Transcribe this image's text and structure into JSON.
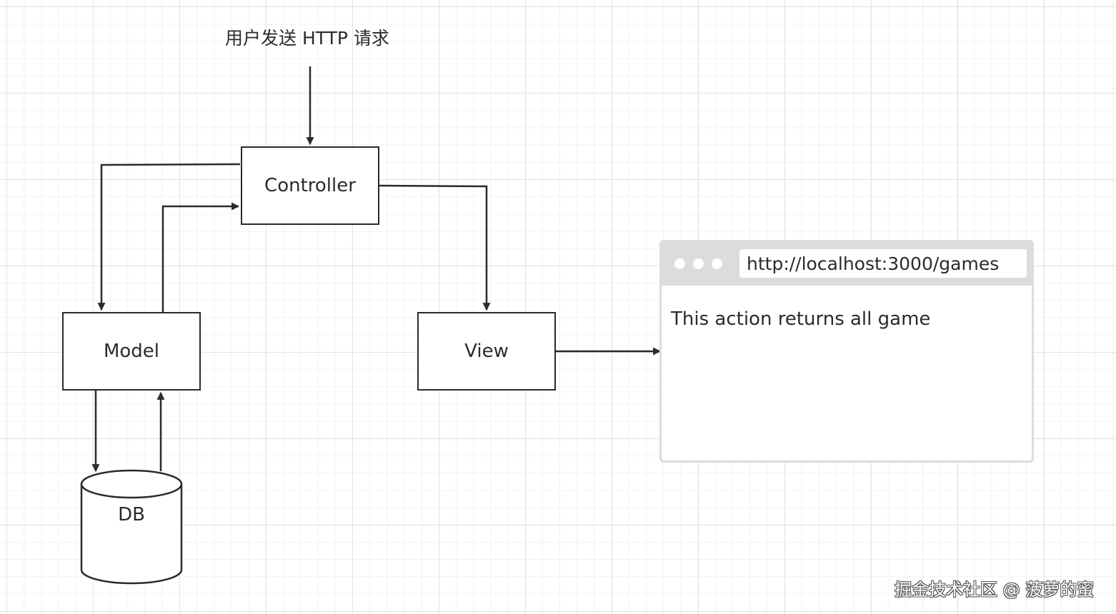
{
  "diagram": {
    "request_label": "用户发送 HTTP 请求",
    "nodes": {
      "controller": "Controller",
      "model": "Model",
      "view": "View",
      "db": "DB"
    },
    "browser": {
      "url": "http://localhost:3000/games",
      "content": "This action returns all game"
    },
    "colors": {
      "stroke": "#2b2b2b",
      "browser_chrome": "#dcdcdc",
      "grid_major": "#e3e3e3",
      "grid_minor": "#f2f2f2"
    }
  },
  "watermark": "掘金技术社区 @ 菠萝的蜜"
}
